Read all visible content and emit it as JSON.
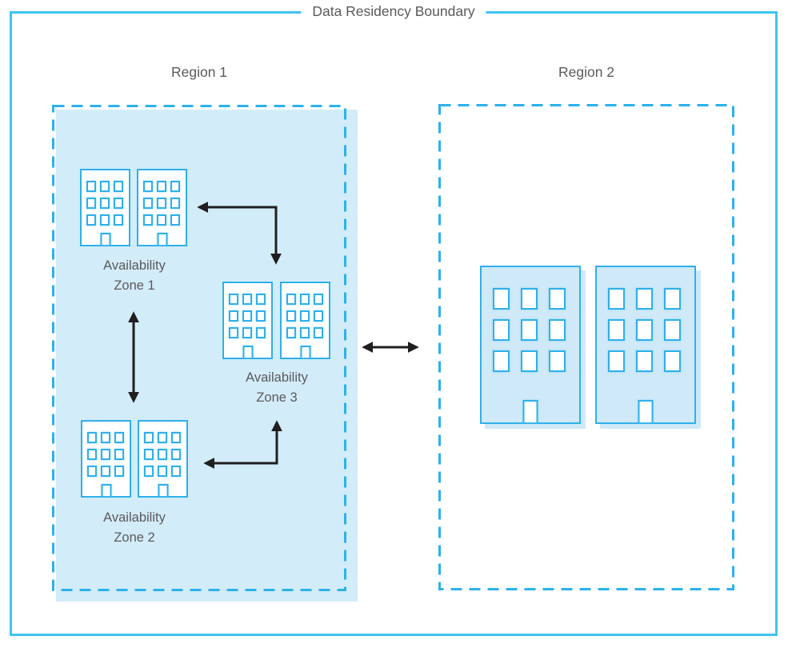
{
  "diagram": {
    "title": "Data Residency Boundary",
    "regions": [
      {
        "label": "Region 1",
        "building_count": 6,
        "zones": [
          {
            "label_line1": "Availability",
            "label_line2": "Zone 1",
            "building_count": 2
          },
          {
            "label_line1": "Availability",
            "label_line2": "Zone 2",
            "building_count": 2
          },
          {
            "label_line1": "Availability",
            "label_line2": "Zone 3",
            "building_count": 2
          }
        ]
      },
      {
        "label": "Region 2",
        "building_count": 2,
        "zones": []
      }
    ],
    "connections": [
      {
        "from": "Availability Zone 1",
        "to": "Availability Zone 3",
        "type": "bidirectional-elbow-arrow"
      },
      {
        "from": "Availability Zone 1",
        "to": "Availability Zone 2",
        "type": "bidirectional-vertical-arrow"
      },
      {
        "from": "Availability Zone 3",
        "to": "Availability Zone 2",
        "type": "bidirectional-elbow-arrow"
      },
      {
        "from": "Region 1",
        "to": "Region 2",
        "type": "bidirectional-horizontal-arrow"
      }
    ],
    "icons": {
      "zone_building": "building-icon",
      "region_building": "building-icon-large"
    },
    "colors": {
      "boundary_border": "#41c3f1",
      "region_dash": "#2bb2ec",
      "region_fill": "#d3ecfa",
      "building_outline": "#2fb0ea",
      "building_fill": "#cfe9f8",
      "label_text": "#5a5a5a",
      "arrow": "#1f1f1f"
    }
  }
}
